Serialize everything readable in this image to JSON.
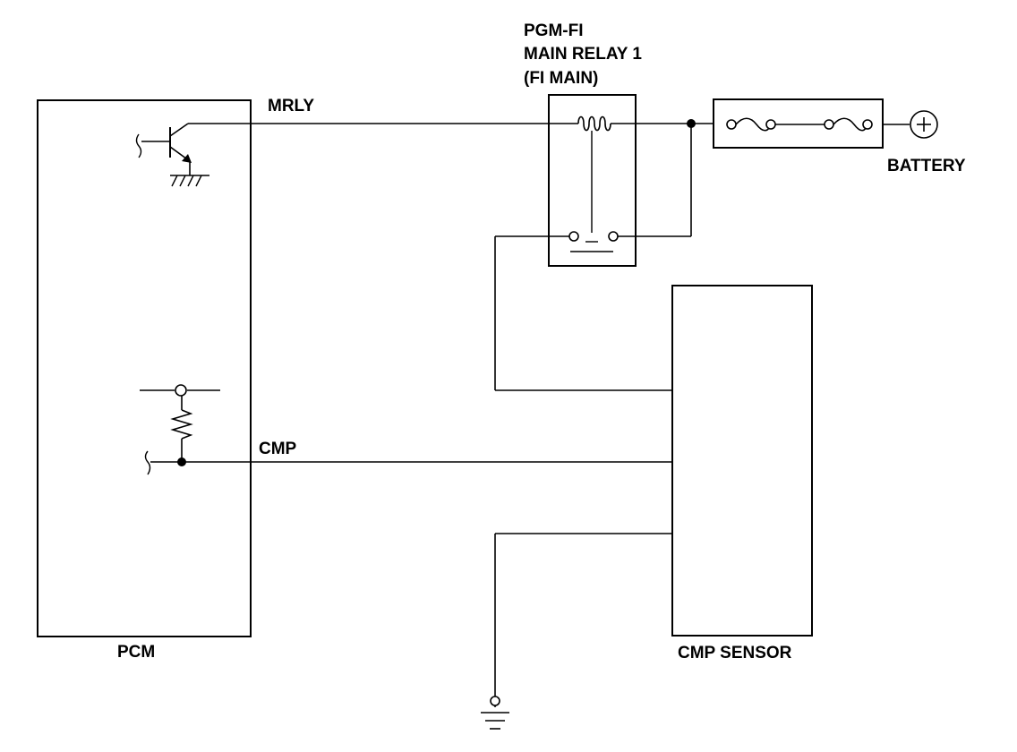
{
  "labels": {
    "relay_line1": "PGM-FI",
    "relay_line2": "MAIN RELAY 1",
    "relay_line3": "(FI MAIN)",
    "mrly": "MRLY",
    "battery": "BATTERY",
    "cmp": "CMP",
    "pcm": "PCM",
    "cmp_sensor": "CMP SENSOR"
  }
}
